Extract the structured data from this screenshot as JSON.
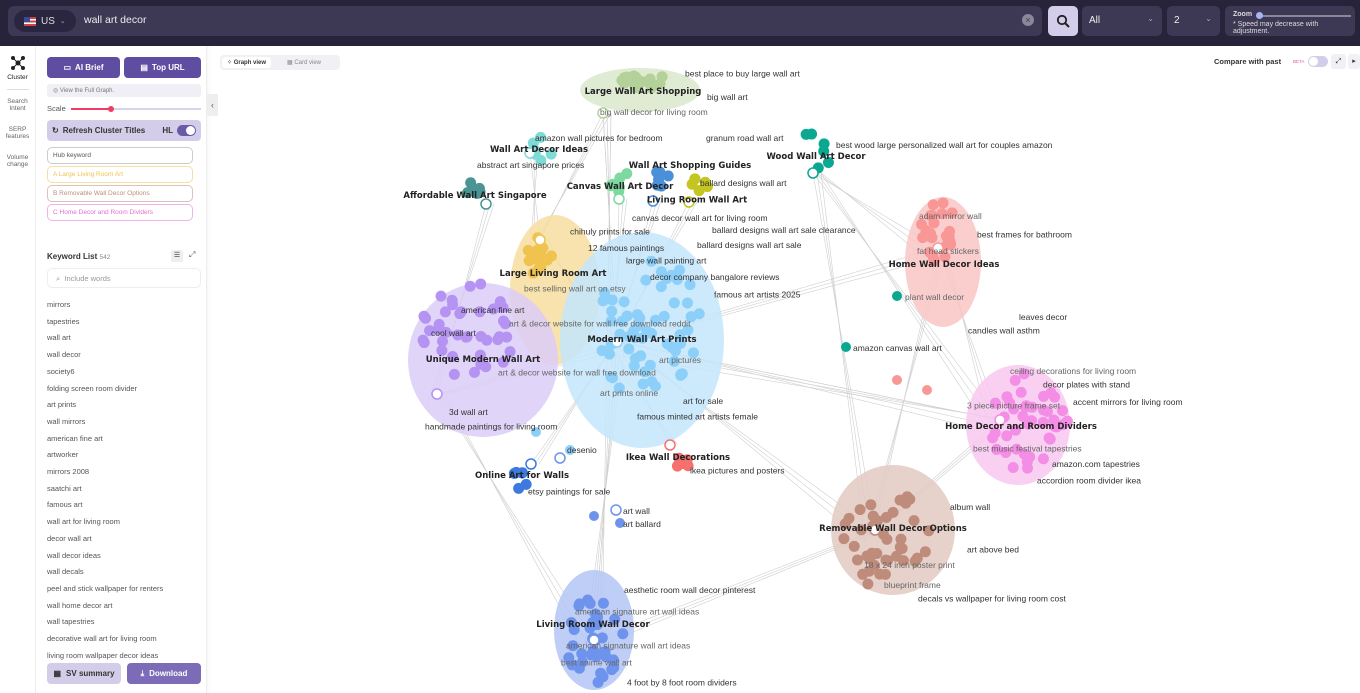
{
  "search": {
    "country": "US",
    "query": "wall art decor",
    "filter": "All",
    "depth": "2",
    "zoom_label": "Zoom",
    "zoom_note": "* Speed may decrease with adjustment.",
    "zoom_value": 0
  },
  "rail": [
    {
      "label": "Cluster",
      "icon": "cluster-icon"
    },
    {
      "label": "Search Intent"
    },
    {
      "label": "SERP features"
    },
    {
      "label": "Volume change"
    }
  ],
  "panel": {
    "ai_brief": "AI Brief",
    "top_url": "Top URL",
    "hint": "View the Full Graph.",
    "scale_label": "Scale",
    "scale_value": 0.3,
    "refresh": "Refresh Cluster Titles",
    "hl": "HL",
    "chips": [
      {
        "label": "Hub keyword",
        "color": "#555555"
      },
      {
        "label": "A Large Living Room Art",
        "color": "#f0c34e"
      },
      {
        "label": "B Removable Wall Decor Options",
        "color": "#bf8c7b"
      },
      {
        "label": "C Home Decor and Room Dividers",
        "color": "#e36fd4"
      }
    ],
    "keyword_list_title": "Keyword List",
    "keyword_count": "542",
    "include_placeholder": "Include words",
    "keywords": [
      "mirrors",
      "tapestries",
      "wall art",
      "wall decor",
      "society6",
      "folding screen room divider",
      "art prints",
      "wall mirrors",
      "american fine art",
      "artworker",
      "mirrors 2008",
      "saatchi art",
      "famous art",
      "wall art for living room",
      "decor wall art",
      "wall decor ideas",
      "wall decals",
      "peel and stick wallpaper for renters",
      "wall home decor art",
      "wall tapestries",
      "decorative wall art for living room",
      "living room wallpaper decor ideas"
    ],
    "sv_summary": "SV summary",
    "download": "Download"
  },
  "views": {
    "graph": "Graph view",
    "card": "Card view"
  },
  "compare": {
    "label": "Compare with past",
    "beta": "BETA"
  },
  "clusters": [
    {
      "title": "Large Wall Art Shopping",
      "color": "#b5d19a",
      "fill": "#dbe8cc"
    },
    {
      "title": "Wall Art Decor Ideas",
      "color": "#7fdbd6"
    },
    {
      "title": "Affordable Wall Art Singapore",
      "color": "#4a9494"
    },
    {
      "title": "Canvas Wall Art Decor",
      "color": "#7ed9a0"
    },
    {
      "title": "Living Room Wall Art",
      "color": "#4a90d9"
    },
    {
      "title": "Wall Art Shopping Guides",
      "color": "#c5c521"
    },
    {
      "title": "Wood Wall Art Decor",
      "color": "#0aa890"
    },
    {
      "title": "Large Living Room Art",
      "color": "#f0c34e",
      "fill": "#f7dea0"
    },
    {
      "title": "Unique Modern Wall Art",
      "color": "#b593f2",
      "fill": "#dccdf8"
    },
    {
      "title": "Modern Wall Art Prints",
      "color": "#8ccff8",
      "fill": "#c3e6fc"
    },
    {
      "title": "Home Wall Decor Ideas",
      "color": "#f99797",
      "fill": "#fac6c6"
    },
    {
      "title": "Home Decor and Room Dividers",
      "color": "#f38de5",
      "fill": "#f8c8f0"
    },
    {
      "title": "Removable Wall Decor Options",
      "color": "#bf8c7b",
      "fill": "#e2cac2"
    },
    {
      "title": "Living Room Wall Decor",
      "color": "#6d93ec",
      "fill": "#b3c6f4"
    },
    {
      "title": "Ikea Wall Decorations",
      "color": "#f77070"
    },
    {
      "title": "Online Art for Walls",
      "color": "#3c79e0"
    }
  ],
  "keyword_labels": [
    "best place to buy large wall art",
    "big wall decor for living room",
    "big wall art",
    "amazon wall pictures for bedroom",
    "abstract art singapore prices",
    "canvas decor wall art for living room",
    "ballard designs wall art",
    "granum road wall art",
    "ballard designs wall art sale clearance",
    "ballard designs wall art sale",
    "best wood large personalized wall art for couples amazon",
    "chihuly prints for sale",
    "12 famous paintings",
    "large wall painting art",
    "decor company bangalore reviews",
    "best selling wall art on etsy",
    "famous art artists 2025",
    "american fine art",
    "art & decor website for wall free download",
    "art & decor website for wall free download reddit",
    "cool wall art",
    "art prints online",
    "art pictures",
    "art for sale",
    "famous minted art artists female",
    "3d wall art",
    "handmade paintings for living room",
    "desenio",
    "ikea pictures and posters",
    "etsy paintings for sale",
    "adam mirror wall",
    "best frames for bathroom",
    "fat head stickers",
    "plant wall decor",
    "leaves decor",
    "candles wall asthm",
    "amazon canvas wall art",
    "ceiling decorations for living room",
    "decor plates with stand",
    "accent mirrors for living room",
    "3 piece picture frame set",
    "best music festival tapestries",
    "amazon.com tapestries",
    "accordion room divider ikea",
    "album wall",
    "art above bed",
    "18 x 24 inch poster print",
    "blueprint frame",
    "decals vs wallpaper for living room cost",
    "art wall",
    "art ballard",
    "american signature art wall ideas",
    "american signature wall art ideas",
    "best anime wall art",
    "4 foot by 8 foot room dividers",
    "aesthetic room wall decor pinterest"
  ]
}
